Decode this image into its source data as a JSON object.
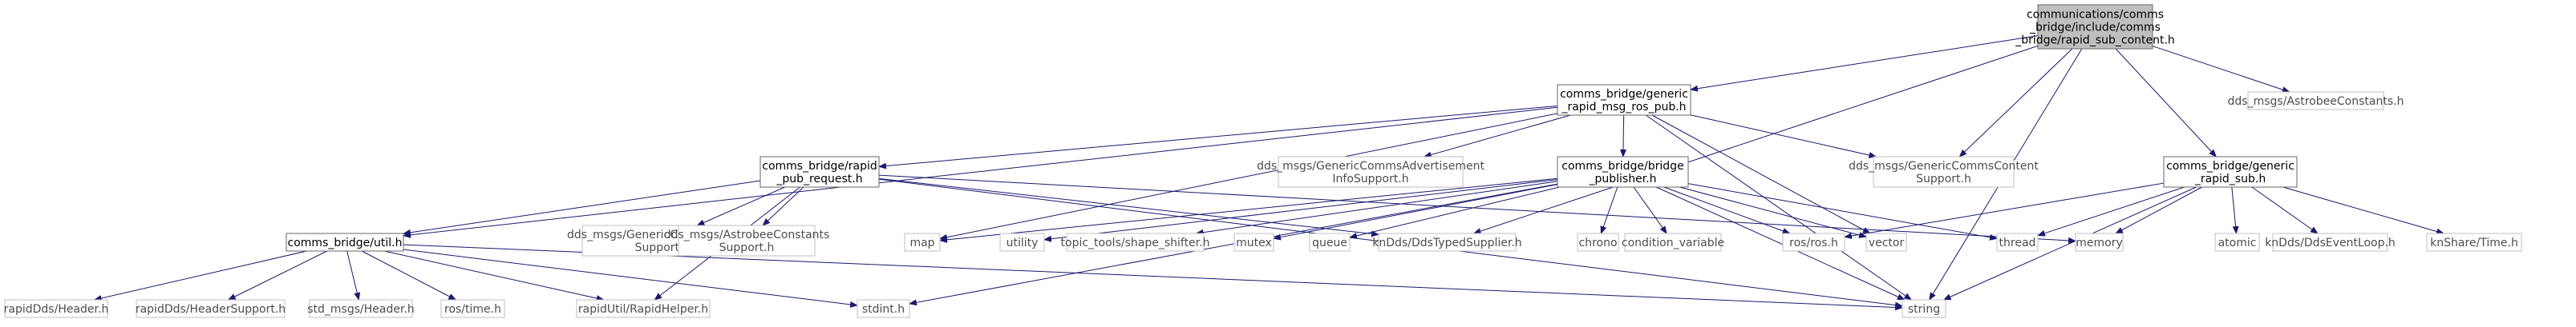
{
  "graph": {
    "edge_color": "#191970",
    "edge_color_external": "#63b8ff",
    "node_border": "#666666",
    "node_border_external": "#bfbfbf",
    "node_fill": "#ffffff",
    "node_fill_root": "#bfbfbf",
    "text_color": "#000000",
    "text_color_external": "#4d4d4d",
    "nodes": [
      {
        "id": "root",
        "label": [
          "communications/comms",
          "_bridge/include/comms",
          "_bridge/rapid_sub_content.h"
        ],
        "kind": "root"
      },
      {
        "id": "generic_ros_pub",
        "label": [
          "comms_bridge/generic",
          "_rapid_msg_ros_pub.h"
        ],
        "kind": "local"
      },
      {
        "id": "astrobee_constants",
        "label": [
          "dds_msgs/AstrobeeConstants.h"
        ],
        "kind": "external"
      },
      {
        "id": "rapid_pub_request",
        "label": [
          "comms_bridge/rapid",
          "_pub_request.h"
        ],
        "kind": "local"
      },
      {
        "id": "generic_comms_adv",
        "label": [
          "dds_msgs/GenericCommsAdvertisement",
          "InfoSupport.h"
        ],
        "kind": "external"
      },
      {
        "id": "bridge_publisher",
        "label": [
          "comms_bridge/bridge",
          "_publisher.h"
        ],
        "kind": "local"
      },
      {
        "id": "generic_comms_content",
        "label": [
          "dds_msgs/GenericCommsContent",
          "Support.h"
        ],
        "kind": "external"
      },
      {
        "id": "generic_rapid_sub",
        "label": [
          "comms_bridge/generic",
          "_rapid_sub.h"
        ],
        "kind": "local"
      },
      {
        "id": "util",
        "label": [
          "comms_bridge/util.h"
        ],
        "kind": "local"
      },
      {
        "id": "generic_comms_request",
        "label": [
          "dds_msgs/GenericCommsRequest",
          "Support.h"
        ],
        "kind": "external"
      },
      {
        "id": "astrobee_constants_support",
        "label": [
          "dds_msgs/AstrobeeConstants",
          "Support.h"
        ],
        "kind": "external"
      },
      {
        "id": "map",
        "label": [
          "map"
        ],
        "kind": "external"
      },
      {
        "id": "utility",
        "label": [
          "utility"
        ],
        "kind": "external"
      },
      {
        "id": "shape_shifter",
        "label": [
          "topic_tools/shape_shifter.h"
        ],
        "kind": "external"
      },
      {
        "id": "mutex",
        "label": [
          "mutex"
        ],
        "kind": "external"
      },
      {
        "id": "queue",
        "label": [
          "queue"
        ],
        "kind": "external"
      },
      {
        "id": "dds_typed_supplier",
        "label": [
          "knDds/DdsTypedSupplier.h"
        ],
        "kind": "external"
      },
      {
        "id": "chrono",
        "label": [
          "chrono"
        ],
        "kind": "external"
      },
      {
        "id": "condition_variable",
        "label": [
          "condition_variable"
        ],
        "kind": "external"
      },
      {
        "id": "ros_h",
        "label": [
          "ros/ros.h"
        ],
        "kind": "external"
      },
      {
        "id": "vector",
        "label": [
          "vector"
        ],
        "kind": "external"
      },
      {
        "id": "thread",
        "label": [
          "thread"
        ],
        "kind": "external"
      },
      {
        "id": "memory",
        "label": [
          "memory"
        ],
        "kind": "external"
      },
      {
        "id": "atomic",
        "label": [
          "atomic"
        ],
        "kind": "external"
      },
      {
        "id": "dds_event_loop",
        "label": [
          "knDds/DdsEventLoop.h"
        ],
        "kind": "external"
      },
      {
        "id": "knshare_time",
        "label": [
          "knShare/Time.h"
        ],
        "kind": "external"
      },
      {
        "id": "rapid_header",
        "label": [
          "rapidDds/Header.h"
        ],
        "kind": "external"
      },
      {
        "id": "rapid_header_support",
        "label": [
          "rapidDds/HeaderSupport.h"
        ],
        "kind": "external"
      },
      {
        "id": "std_msgs_header",
        "label": [
          "std_msgs/Header.h"
        ],
        "kind": "external"
      },
      {
        "id": "ros_time",
        "label": [
          "ros/time.h"
        ],
        "kind": "external"
      },
      {
        "id": "rapid_helper",
        "label": [
          "rapidUtil/RapidHelper.h"
        ],
        "kind": "external"
      },
      {
        "id": "stdint",
        "label": [
          "stdint.h"
        ],
        "kind": "external"
      },
      {
        "id": "string",
        "label": [
          "string"
        ],
        "kind": "external"
      }
    ],
    "edges": [
      [
        "root",
        "generic_ros_pub"
      ],
      [
        "root",
        "astrobee_constants"
      ],
      [
        "root",
        "generic_comms_content"
      ],
      [
        "root",
        "generic_rapid_sub"
      ],
      [
        "root",
        "dds_typed_supplier"
      ],
      [
        "root",
        "string"
      ],
      [
        "generic_ros_pub",
        "rapid_pub_request"
      ],
      [
        "generic_ros_pub",
        "generic_comms_adv"
      ],
      [
        "generic_ros_pub",
        "bridge_publisher"
      ],
      [
        "generic_ros_pub",
        "generic_comms_content"
      ],
      [
        "generic_ros_pub",
        "util"
      ],
      [
        "generic_ros_pub",
        "map"
      ],
      [
        "generic_ros_pub",
        "vector"
      ],
      [
        "generic_ros_pub",
        "string"
      ],
      [
        "rapid_pub_request",
        "util"
      ],
      [
        "rapid_pub_request",
        "generic_comms_request"
      ],
      [
        "rapid_pub_request",
        "astrobee_constants_support"
      ],
      [
        "rapid_pub_request",
        "dds_typed_supplier"
      ],
      [
        "rapid_pub_request",
        "rapid_helper"
      ],
      [
        "rapid_pub_request",
        "memory"
      ],
      [
        "rapid_pub_request",
        "string"
      ],
      [
        "bridge_publisher",
        "map"
      ],
      [
        "bridge_publisher",
        "utility"
      ],
      [
        "bridge_publisher",
        "shape_shifter"
      ],
      [
        "bridge_publisher",
        "mutex"
      ],
      [
        "bridge_publisher",
        "queue"
      ],
      [
        "bridge_publisher",
        "chrono"
      ],
      [
        "bridge_publisher",
        "condition_variable"
      ],
      [
        "bridge_publisher",
        "ros_h"
      ],
      [
        "bridge_publisher",
        "vector"
      ],
      [
        "bridge_publisher",
        "thread"
      ],
      [
        "bridge_publisher",
        "stdint"
      ],
      [
        "bridge_publisher",
        "string"
      ],
      [
        "generic_rapid_sub",
        "ros_h"
      ],
      [
        "generic_rapid_sub",
        "thread"
      ],
      [
        "generic_rapid_sub",
        "memory"
      ],
      [
        "generic_rapid_sub",
        "atomic"
      ],
      [
        "generic_rapid_sub",
        "dds_event_loop"
      ],
      [
        "generic_rapid_sub",
        "knshare_time"
      ],
      [
        "generic_rapid_sub",
        "string"
      ],
      [
        "util",
        "rapid_header"
      ],
      [
        "util",
        "rapid_header_support"
      ],
      [
        "util",
        "std_msgs_header"
      ],
      [
        "util",
        "ros_time"
      ],
      [
        "util",
        "rapid_helper"
      ],
      [
        "util",
        "stdint"
      ],
      [
        "util",
        "string"
      ]
    ]
  }
}
